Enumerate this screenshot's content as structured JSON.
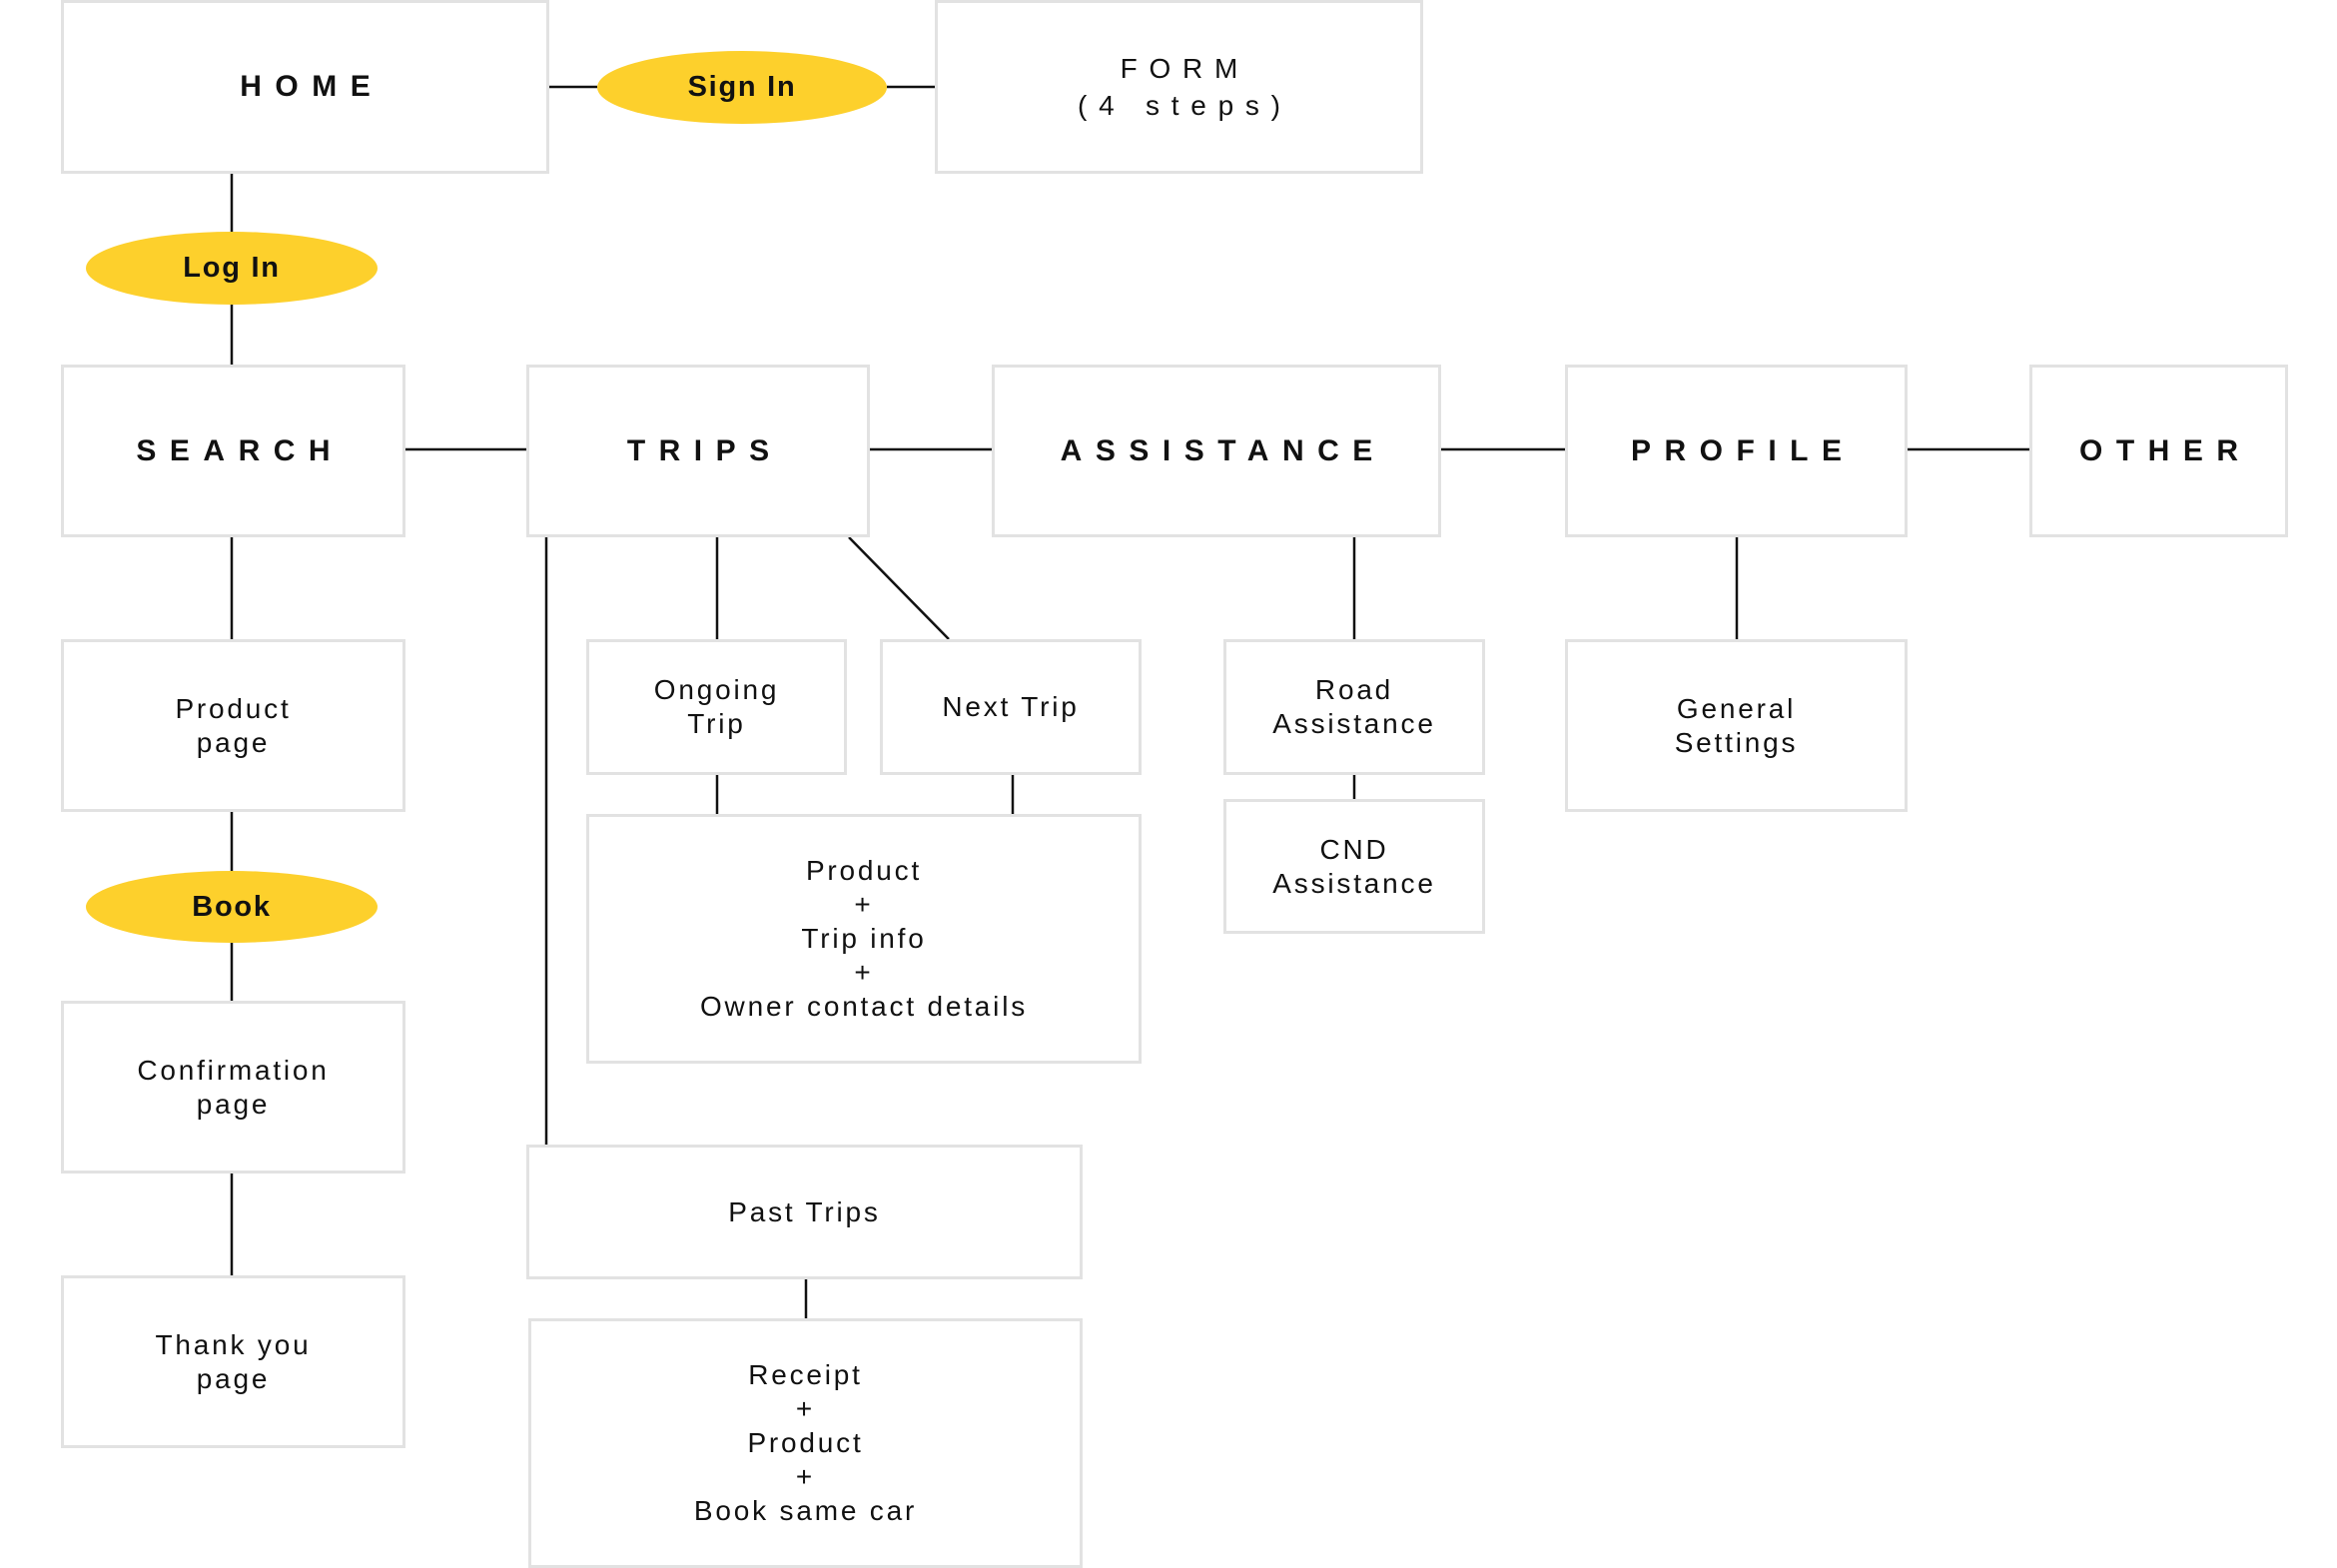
{
  "nodes": {
    "home": "HOME",
    "form_line1": "FORM",
    "form_line2": "(4 steps)",
    "search": "SEARCH",
    "trips": "TRIPS",
    "assistance": "ASSISTANCE",
    "profile": "PROFILE",
    "other": "OTHER",
    "product_page": [
      "Product",
      "page"
    ],
    "confirmation_page": [
      "Confirmation",
      "page"
    ],
    "thank_you_page": [
      "Thank you",
      "page"
    ],
    "ongoing_trip": [
      "Ongoing",
      "Trip"
    ],
    "next_trip": "Next Trip",
    "trip_details": [
      "Product",
      "+",
      "Trip info",
      "+",
      "Owner contact details"
    ],
    "past_trips": "Past Trips",
    "past_trip_details": [
      "Receipt",
      "+",
      "Product",
      "+",
      "Book same car"
    ],
    "road_assistance": [
      "Road",
      "Assistance"
    ],
    "cnd_assistance": [
      "CND",
      "Assistance"
    ],
    "general_settings": [
      "General",
      "Settings"
    ]
  },
  "actions": {
    "sign_in": "Sign In",
    "log_in": "Log In",
    "book": "Book"
  },
  "colors": {
    "action_pill": "#fdd02c",
    "box_border": "#e2e2e2",
    "connector": "#111111"
  }
}
